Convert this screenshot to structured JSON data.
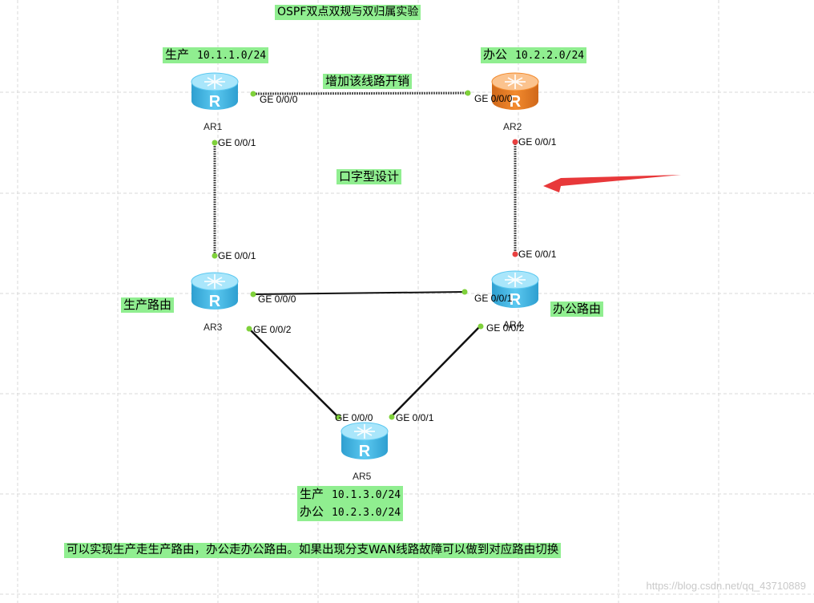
{
  "title": "OSPF双点双规与双归属实验",
  "center_label": "口字型设计",
  "link_note": "增加该线路开销",
  "footer_note": "可以实现生产走生产路由，办公走办公路由。如果出现分支WAN线路故障可以做到对应路由切换",
  "watermark": "https://blog.csdn.net/qq_43710889",
  "colors": {
    "router_blue": "#5bc8f0",
    "router_orange": "#f28a2e",
    "label_green": "#90ee90",
    "port_green": "#7fd13b",
    "port_red": "#e84040",
    "arrow_red": "#e8383a"
  },
  "routers": [
    {
      "id": "AR1",
      "name": "AR1",
      "color": "blue"
    },
    {
      "id": "AR2",
      "name": "AR2",
      "color": "orange"
    },
    {
      "id": "AR3",
      "name": "AR3",
      "color": "blue"
    },
    {
      "id": "AR4",
      "name": "AR4",
      "color": "blue"
    },
    {
      "id": "AR5",
      "name": "AR5",
      "color": "blue"
    }
  ],
  "router_letter": "R",
  "ar1_label": {
    "name": "生产",
    "subnet": "10.1.1.0/24"
  },
  "ar2_label": {
    "name": "办公",
    "subnet": "10.2.2.0/24"
  },
  "ar3_label": "生产路由",
  "ar4_label": "办公路由",
  "ar5_label": {
    "line1_name": "生产",
    "line1_subnet": "10.1.3.0/24",
    "line2_name": "办公",
    "line2_subnet": "10.2.3.0/24"
  },
  "ports": {
    "ar1_g000": "GE 0/0/0",
    "ar1_g001": "GE 0/0/1",
    "ar2_g000": "GE 0/0/0",
    "ar2_g001": "GE 0/0/1",
    "ar3_g001": "GE 0/0/1",
    "ar3_g000": "GE 0/0/0",
    "ar3_g002": "GE 0/0/2",
    "ar4_g001": "GE 0/0/1",
    "ar4_g000": "GE 0/0/1",
    "ar4_g002": "GE 0/0/2",
    "ar5_g000": "GE 0/0/0",
    "ar5_g001": "GE 0/0/1"
  }
}
